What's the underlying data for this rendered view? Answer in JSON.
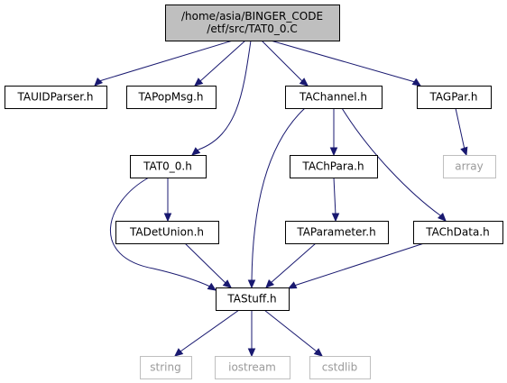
{
  "graph": {
    "colors": {
      "edge": "#191970",
      "main_fill": "#bfbfbf",
      "node_border": "#000000",
      "system_border": "#bfbfbf",
      "system_text": "#9a9a9a"
    },
    "nodes": {
      "root": {
        "lines": [
          "/home/asia/BINGER_CODE",
          "/etf/src/TAT0_0.C"
        ],
        "kind": "main"
      },
      "tauidparser": {
        "lines": [
          "TAUIDParser.h"
        ],
        "kind": "local"
      },
      "tapopmsg": {
        "lines": [
          "TAPopMsg.h"
        ],
        "kind": "local"
      },
      "tachannel": {
        "lines": [
          "TAChannel.h"
        ],
        "kind": "local"
      },
      "tagpar": {
        "lines": [
          "TAGPar.h"
        ],
        "kind": "local"
      },
      "tat0_0": {
        "lines": [
          "TAT0_0.h"
        ],
        "kind": "local"
      },
      "tachpara": {
        "lines": [
          "TAChPara.h"
        ],
        "kind": "local"
      },
      "array": {
        "lines": [
          "array"
        ],
        "kind": "system"
      },
      "tadetunion": {
        "lines": [
          "TADetUnion.h"
        ],
        "kind": "local"
      },
      "taparameter": {
        "lines": [
          "TAParameter.h"
        ],
        "kind": "local"
      },
      "tachdata": {
        "lines": [
          "TAChData.h"
        ],
        "kind": "local"
      },
      "tastuff": {
        "lines": [
          "TAStuff.h"
        ],
        "kind": "local"
      },
      "string": {
        "lines": [
          "string"
        ],
        "kind": "system"
      },
      "iostream": {
        "lines": [
          "iostream"
        ],
        "kind": "system"
      },
      "cstdlib": {
        "lines": [
          "cstdlib"
        ],
        "kind": "system"
      }
    },
    "edges": [
      [
        "root",
        "tauidparser"
      ],
      [
        "root",
        "tapopmsg"
      ],
      [
        "root",
        "tat0_0"
      ],
      [
        "root",
        "tachannel"
      ],
      [
        "root",
        "tagpar"
      ],
      [
        "tachannel",
        "tachpara"
      ],
      [
        "tachannel",
        "tachdata"
      ],
      [
        "tachannel",
        "tastuff"
      ],
      [
        "tagpar",
        "array"
      ],
      [
        "tat0_0",
        "tadetunion"
      ],
      [
        "tat0_0",
        "tastuff"
      ],
      [
        "tachpara",
        "taparameter"
      ],
      [
        "tadetunion",
        "tastuff"
      ],
      [
        "taparameter",
        "tastuff"
      ],
      [
        "tachdata",
        "tastuff"
      ],
      [
        "tastuff",
        "string"
      ],
      [
        "tastuff",
        "iostream"
      ],
      [
        "tastuff",
        "cstdlib"
      ]
    ]
  }
}
